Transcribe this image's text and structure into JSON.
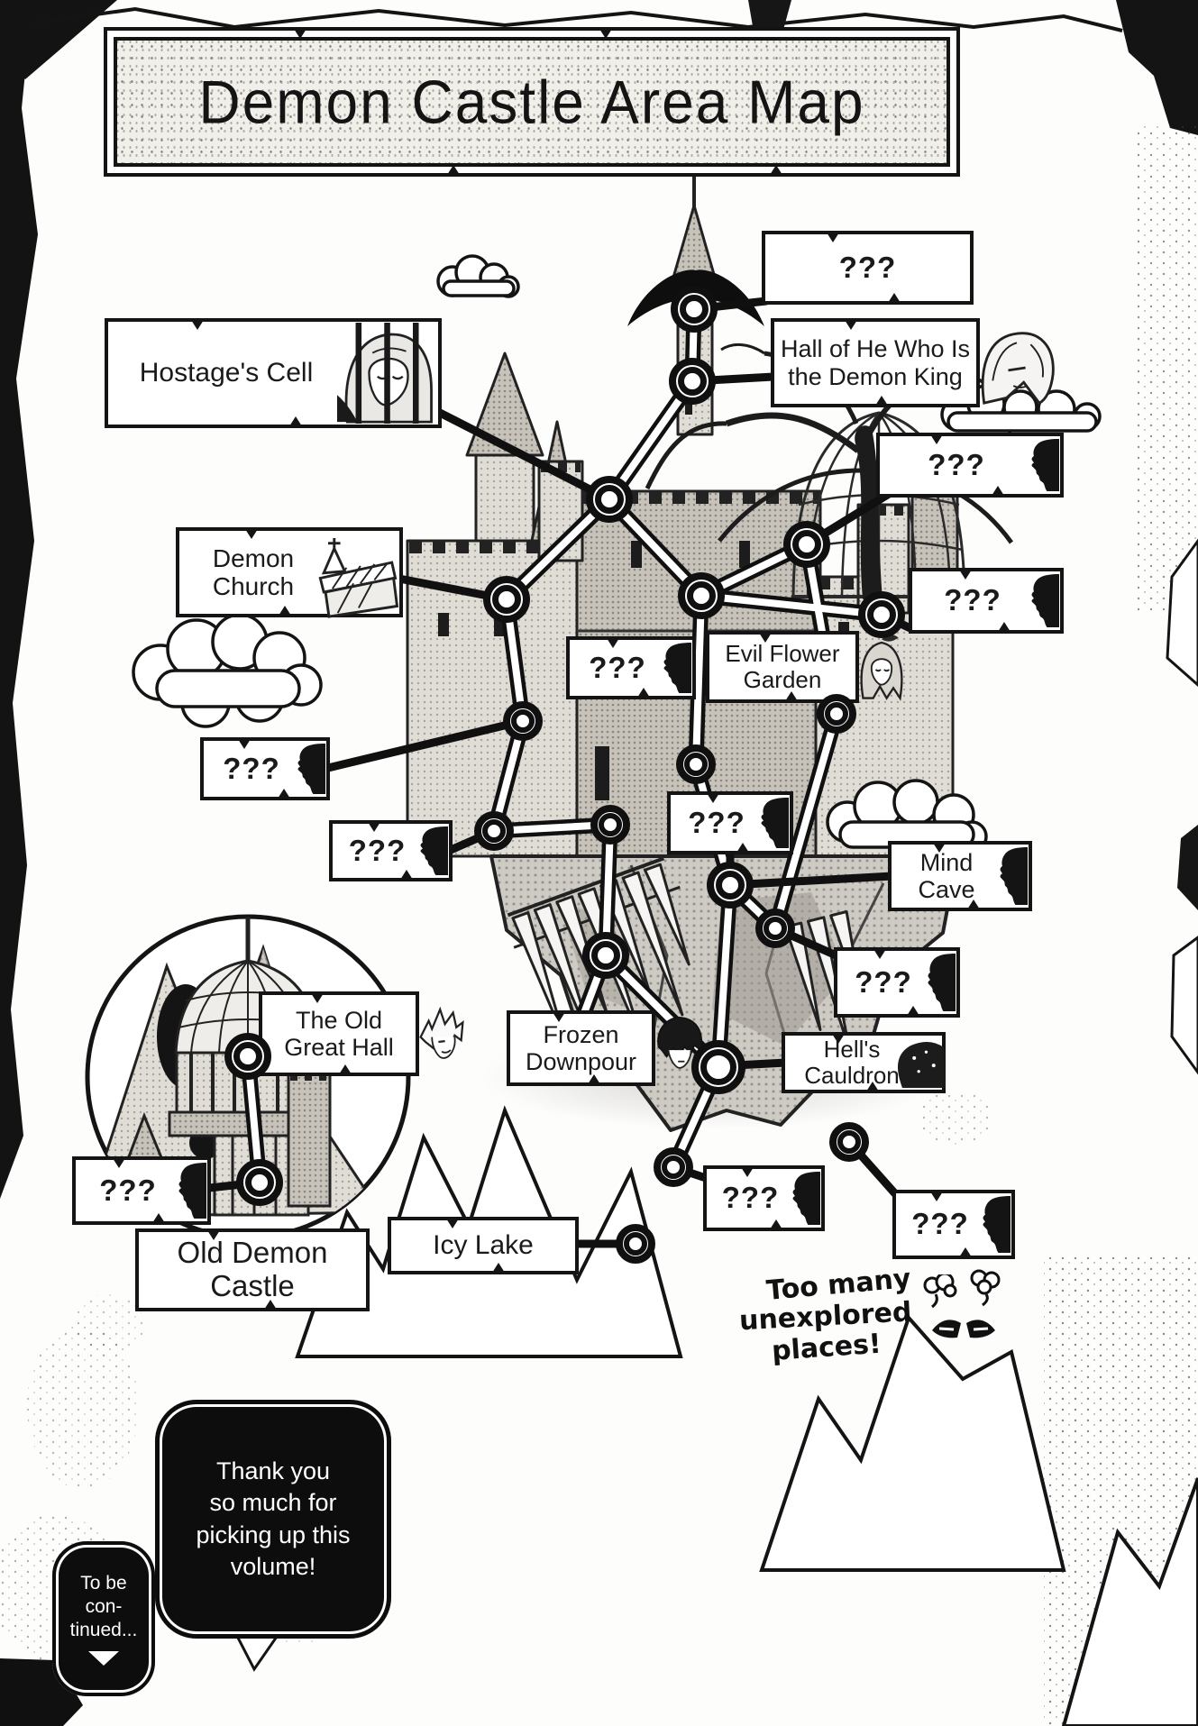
{
  "page": {
    "title": "Demon Castle Area Map"
  },
  "theme": {
    "ink": "#141414",
    "paper": "#ffffff",
    "halftone": "#c9c6bf"
  },
  "map": {
    "unknown": "???",
    "locations": {
      "hostage_cell": {
        "label": "Hostage's Cell"
      },
      "demon_king_hall": {
        "line1": "Hall of He Who Is",
        "line2": "the Demon King"
      },
      "demon_church": {
        "line1": "Demon",
        "line2": "Church"
      },
      "evil_flower_garden": {
        "line1": "Evil Flower",
        "line2": "Garden"
      },
      "mind_cave": {
        "label": "Mind Cave"
      },
      "old_great_hall": {
        "line1": "The Old",
        "line2": "Great Hall"
      },
      "frozen_downpour": {
        "line1": "Frozen",
        "line2": "Downpour"
      },
      "hells_cauldron": {
        "label": "Hell's Cauldron"
      },
      "old_demon_castle": {
        "label": "Old Demon Castle"
      },
      "icy_lake": {
        "label": "Icy Lake"
      }
    }
  },
  "annotations": {
    "unexplored": {
      "line1": "Too many",
      "line2": "unexplored",
      "line3": "places!"
    }
  },
  "footer": {
    "thanks": {
      "line1": "Thank you",
      "line2": "so much for",
      "line3": "picking up this",
      "line4": "volume!"
    },
    "to_be_continued": {
      "line1": "To be",
      "line2": "con-",
      "line3": "tinued..."
    }
  }
}
